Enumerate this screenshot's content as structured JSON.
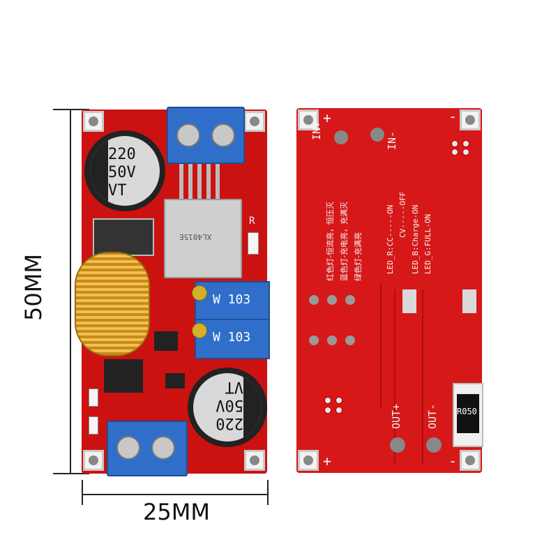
{
  "image": {
    "subject": "XL4015 5A CC/CV buck charging module, top and bottom views",
    "background": "#ffffff",
    "pcb_color": "#cc1111"
  },
  "dimensions": {
    "height_label": "50MM",
    "width_label": "25MM"
  },
  "front": {
    "cap_top": {
      "line1": "220",
      "line2": "50V",
      "line3": "VT"
    },
    "cap_bottom": {
      "line1": "220",
      "line2": "50V",
      "line3": "VT"
    },
    "pot_top": "W 103",
    "pot_bottom": "W 103",
    "chip_text": "XL4015E",
    "led_label": "R"
  },
  "back": {
    "in_plus": "IN+",
    "in_minus": "IN-",
    "out_plus": "OUT+",
    "out_minus": "OUT-",
    "plus_top": "+",
    "minus_top": "-",
    "plus_bottom": "+",
    "minus_bottom": "-",
    "cn_lines": [
      "红色灯-恒流亮，恒压灭",
      "蓝色灯-充电亮，充满灭",
      "绿色灯-充满亮"
    ],
    "led_lines": [
      "LED_R:CC-----ON",
      "CV-----OFF",
      "LED_B:Charge-ON",
      "LED_G:FULL-ON"
    ],
    "resistor_label": "R050"
  }
}
